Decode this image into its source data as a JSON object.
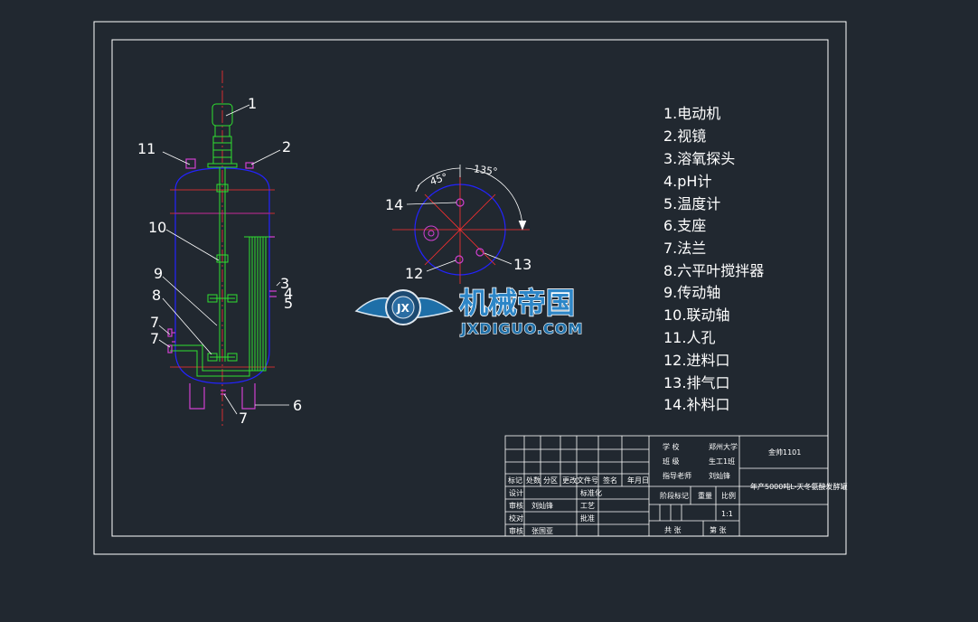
{
  "legend": [
    "1.电动机",
    "2.视镜",
    "3.溶氧探头",
    "4.pH计",
    "5.温度计",
    "6.支座",
    "7.法兰",
    "8.六平叶搅拌器",
    "9.传动轴",
    "10.联动轴",
    "11.人孔",
    "12.进料口",
    "13.排气口",
    "14.补料口"
  ],
  "side_view_callouts": [
    "1",
    "11",
    "2",
    "10",
    "9",
    "8",
    "7",
    "7",
    "3",
    "4",
    "5",
    "6",
    "7"
  ],
  "top_view": {
    "angle_45": "45°",
    "angle_135": "135°",
    "callouts": [
      "14",
      "12",
      "13"
    ]
  },
  "watermark": {
    "title": "机械帝国",
    "subtitle": "JXDIGUO.COM",
    "badge": "JX"
  },
  "title_block": {
    "drawing_number": "金帅1101",
    "drawing_name": "年产5000吨L-天冬氨酸发酵罐",
    "scale": "1:1",
    "school_labels": [
      "学 校",
      "班 级",
      "指导老师"
    ],
    "school_values": [
      "郑州大学",
      "生工1班",
      "刘灿锋"
    ],
    "header_cells": [
      "标记",
      "处数",
      "分区",
      "更改文件号",
      "签名",
      "年月日"
    ],
    "role_labels": [
      "设计",
      "审核",
      "校对",
      "审核"
    ],
    "role_values": [
      "",
      "刘灿锋",
      "",
      "张国亚"
    ],
    "mid_labels": [
      "标准化",
      "工艺",
      "批准"
    ],
    "stage_labels": [
      "阶段标记",
      "重量",
      "比例"
    ],
    "sheet_labels": [
      "共 张",
      "第 张"
    ]
  },
  "colors": {
    "background": "#212830",
    "frame": "#ffffff",
    "vessel": "#2323ff",
    "centerline": "#ff3030",
    "shaft": "#30e030",
    "accent": "#d040d0",
    "watermark_blue": "#1e6fa8"
  }
}
